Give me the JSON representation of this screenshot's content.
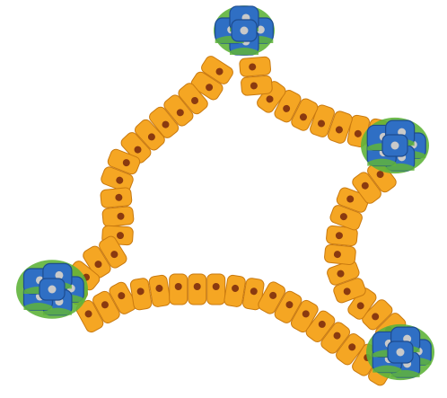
{
  "diagram": {
    "colors": {
      "background": "#ffffff",
      "cell_fill": "#f5a623",
      "cell_stroke": "#c97a10",
      "nucleus": "#8a3a10",
      "cluster_fill": "#2f6fc4",
      "cluster_stroke": "#1d4c8f",
      "cluster_nucleus": "#c9c9c9",
      "cluster_accent": "#5fb43b"
    },
    "cells": {
      "shape": "rounded-rectangle",
      "has_nucleus": true
    },
    "clusters": [
      {
        "name": "top-cluster"
      },
      {
        "name": "right-cluster"
      },
      {
        "name": "left-cluster"
      },
      {
        "name": "bottom-right-cluster"
      }
    ]
  }
}
